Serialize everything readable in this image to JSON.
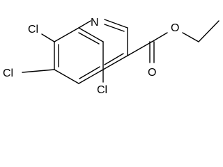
{
  "molecule": {
    "atoms": {
      "nitrogen": "N",
      "oxygen_ester": "O",
      "oxygen_carbonyl": "O",
      "chlorine_8": "Cl",
      "chlorine_7": "Cl",
      "chlorine_4": "Cl"
    }
  }
}
